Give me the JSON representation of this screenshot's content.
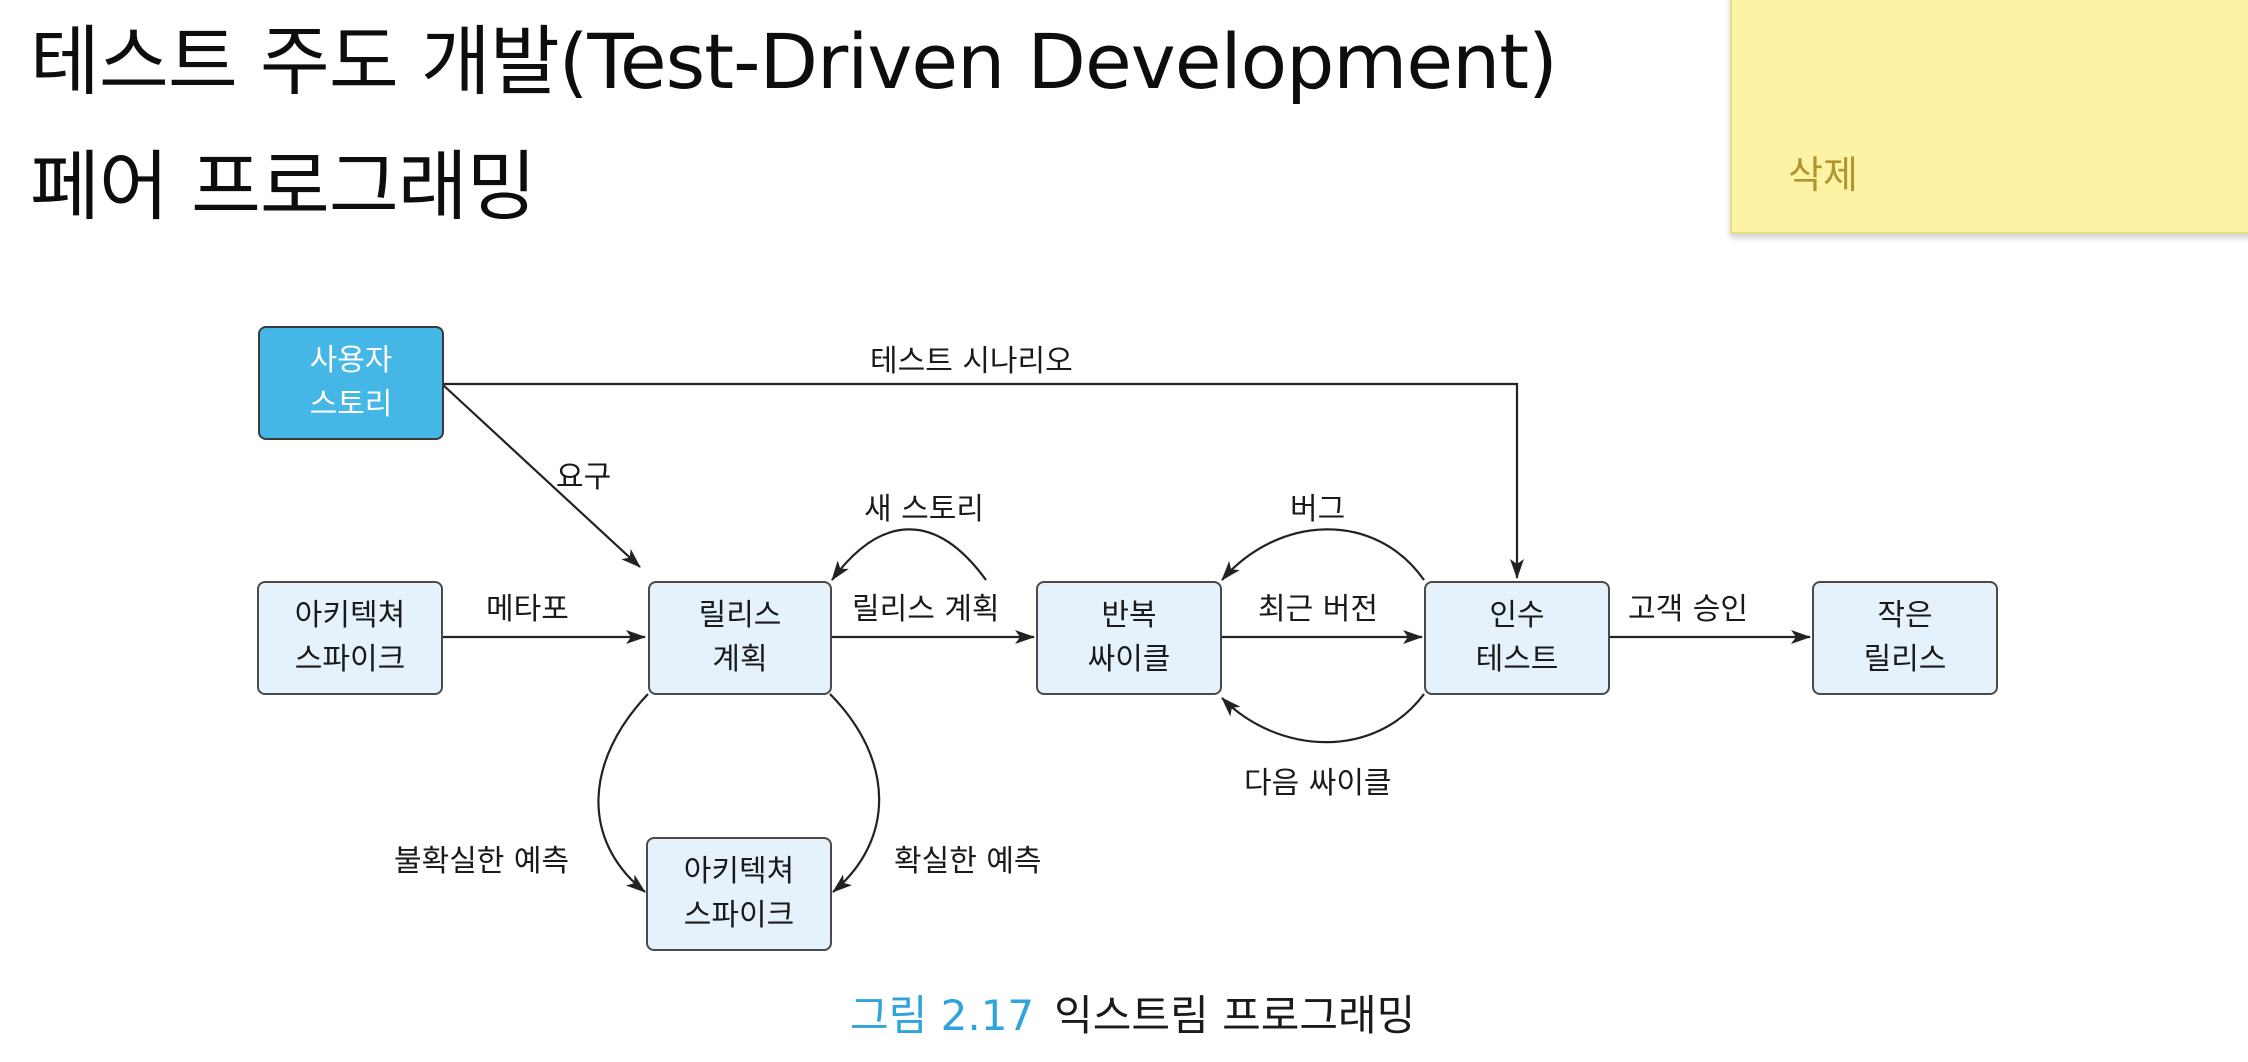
{
  "headings": {
    "tdd": "테스트 주도 개발(Test-Driven Development)",
    "pair": "페어 프로그래밍"
  },
  "note": {
    "delete_label": "삭제"
  },
  "diagram": {
    "nodes": {
      "user_story": [
        "사용자",
        "스토리"
      ],
      "spike_left": [
        "아키텍쳐",
        "스파이크"
      ],
      "release_plan": [
        "릴리스",
        "계획"
      ],
      "iteration": [
        "반복",
        "싸이클"
      ],
      "acceptance": [
        "인수",
        "테스트"
      ],
      "small_release": [
        "작은",
        "릴리스"
      ],
      "spike_bottom": [
        "아키텍쳐",
        "스파이크"
      ]
    },
    "edges": {
      "test_scenario": "테스트 시나리오",
      "requirements": "요구",
      "metaphor": "메타포",
      "new_story": "새 스토리",
      "release_plan": "릴리스 계획",
      "bug": "버그",
      "latest_version": "최근 버전",
      "next_iteration": "다음 싸이클",
      "customer_approval": "고객 승인",
      "uncertain_estimate": "불확실한 예측",
      "confident_estimate": "확실한 예측"
    },
    "colors": {
      "highlight_box": "#45b7e6",
      "box_fill": "#e5f2fb",
      "caption_number": "#2fa3dc"
    }
  },
  "caption": {
    "number": "그림 2.17",
    "title": "익스트림 프로그래밍"
  }
}
